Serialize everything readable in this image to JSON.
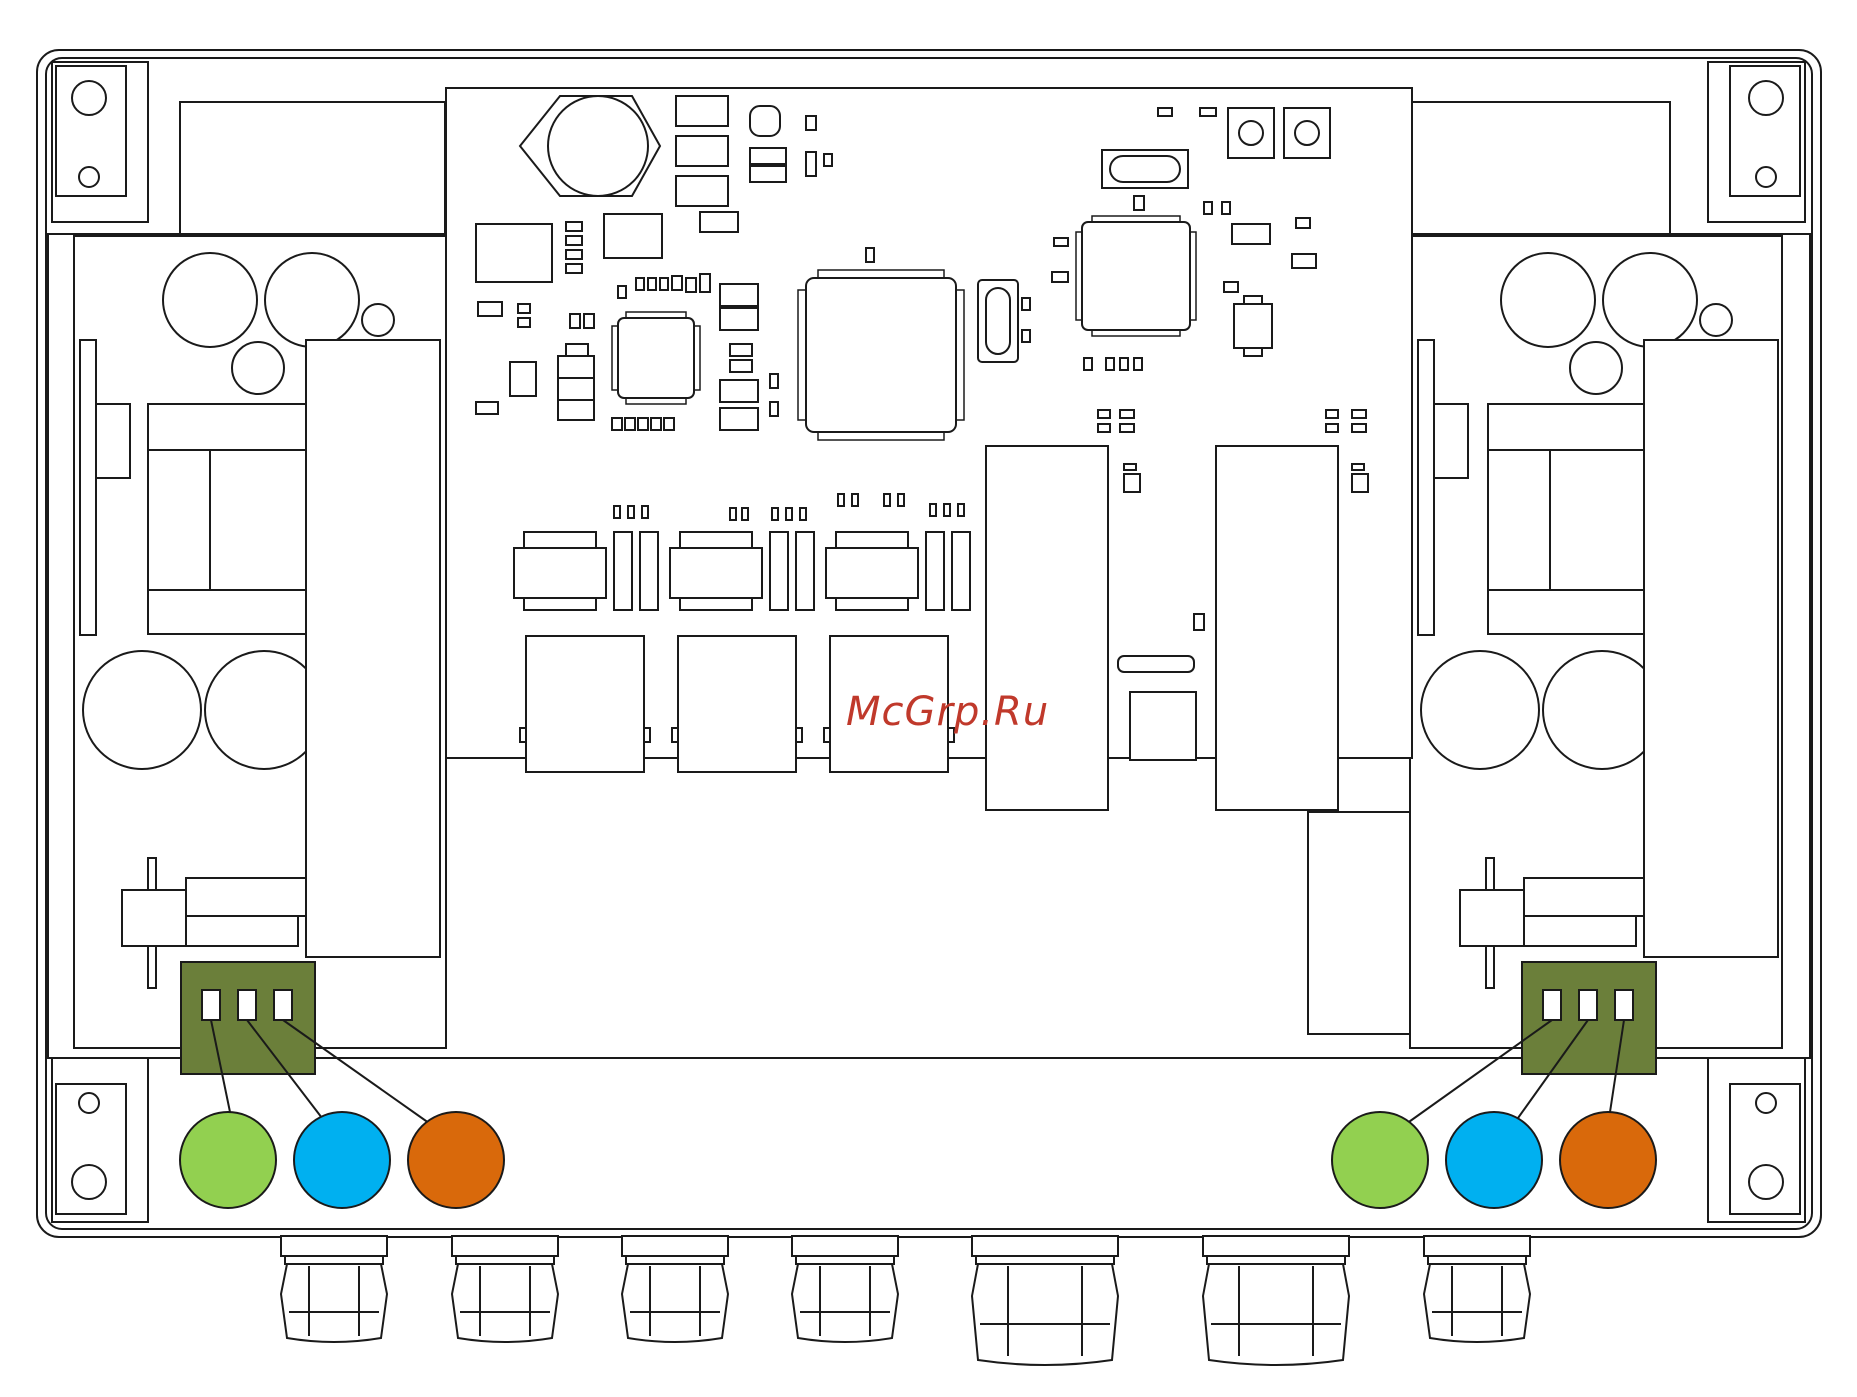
{
  "watermark": {
    "text": "McGrp.Ru",
    "color": "#c0392b"
  },
  "colors": {
    "outline": "#1a1a1a",
    "terminal_block": "#6b7f3a",
    "wire_green": "#92d050",
    "wire_blue": "#00b0f0",
    "wire_orange": "#d9690b"
  },
  "terminals": [
    {
      "side": "left",
      "pins": 3,
      "wires": [
        "green",
        "blue",
        "orange"
      ]
    },
    {
      "side": "right",
      "pins": 3,
      "wires": [
        "green",
        "blue",
        "orange"
      ]
    }
  ],
  "cable_glands": 7,
  "mounting_holes": 4
}
